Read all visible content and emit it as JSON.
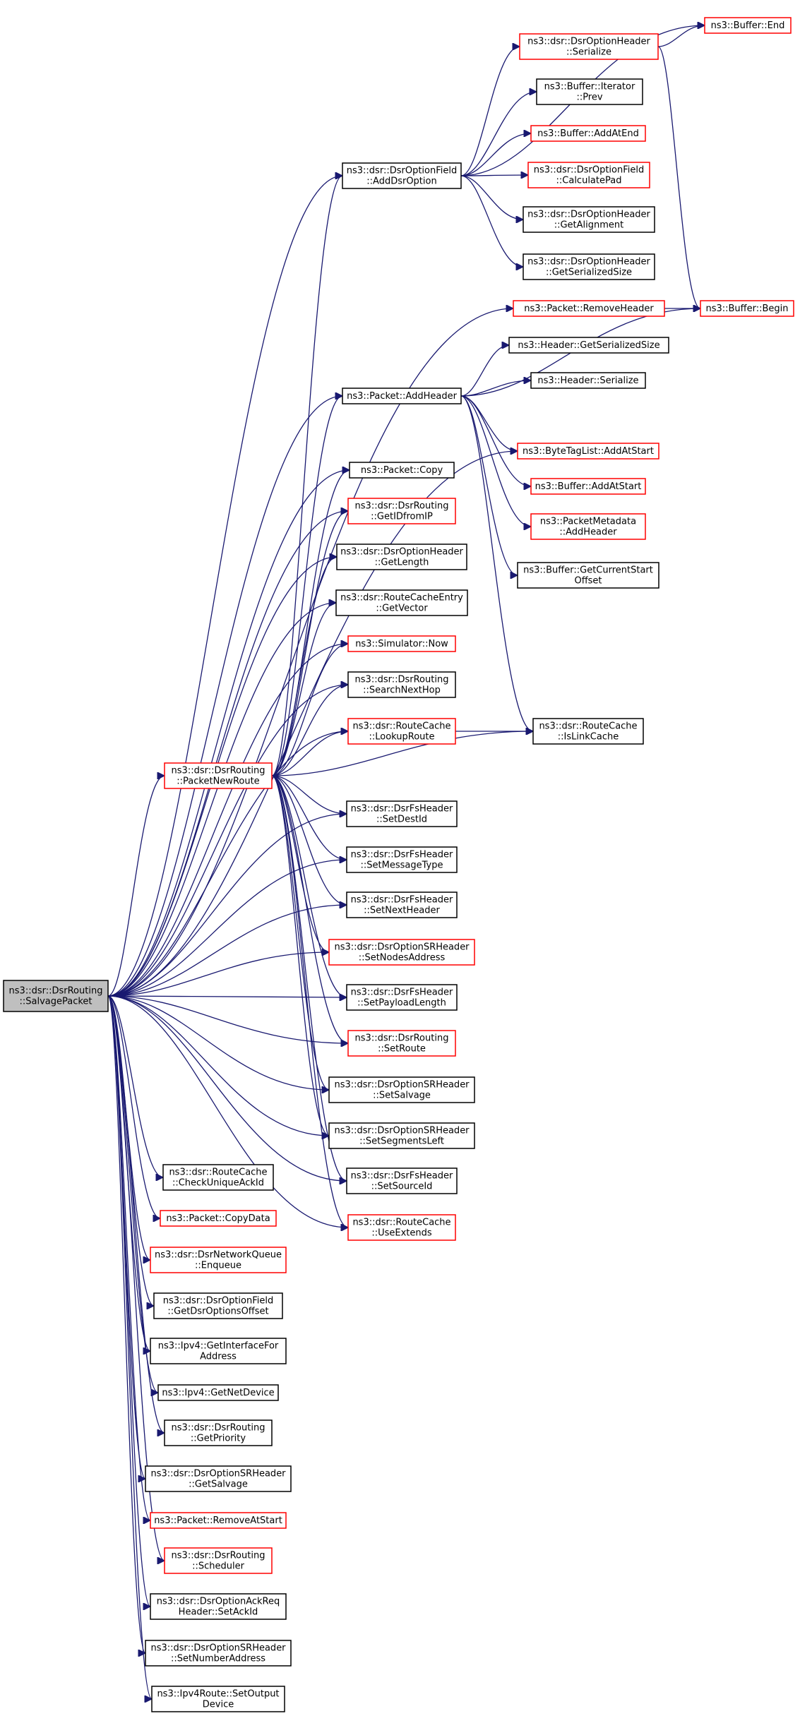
{
  "nodes": [
    {
      "id": "salvage",
      "lines": [
        "ns3::dsr::DsrRouting",
        "::SalvagePacket"
      ],
      "style": "gray"
    },
    {
      "id": "packetnewroute",
      "lines": [
        "ns3::dsr::DsrRouting",
        "::PacketNewRoute"
      ],
      "style": "red"
    },
    {
      "id": "adddsroption",
      "lines": [
        "ns3::dsr::DsrOptionField",
        "::AddDsrOption"
      ],
      "style": "black"
    },
    {
      "id": "serialize",
      "lines": [
        "ns3::dsr::DsrOptionHeader",
        "::Serialize"
      ],
      "style": "red"
    },
    {
      "id": "bufend",
      "lines": [
        "ns3::Buffer::End"
      ],
      "style": "red"
    },
    {
      "id": "iterprev",
      "lines": [
        "ns3::Buffer::Iterator",
        "::Prev"
      ],
      "style": "black"
    },
    {
      "id": "addatend",
      "lines": [
        "ns3::Buffer::AddAtEnd"
      ],
      "style": "red"
    },
    {
      "id": "calcpad",
      "lines": [
        "ns3::dsr::DsrOptionField",
        "::CalculatePad"
      ],
      "style": "red"
    },
    {
      "id": "getalign",
      "lines": [
        "ns3::dsr::DsrOptionHeader",
        "::GetAlignment"
      ],
      "style": "black"
    },
    {
      "id": "getsersize_opt",
      "lines": [
        "ns3::dsr::DsrOptionHeader",
        "::GetSerializedSize"
      ],
      "style": "black"
    },
    {
      "id": "removeheader",
      "lines": [
        "ns3::Packet::RemoveHeader"
      ],
      "style": "red"
    },
    {
      "id": "bufbegin",
      "lines": [
        "ns3::Buffer::Begin"
      ],
      "style": "red"
    },
    {
      "id": "hdrsersize",
      "lines": [
        "ns3::Header::GetSerializedSize"
      ],
      "style": "black"
    },
    {
      "id": "addheader",
      "lines": [
        "ns3::Packet::AddHeader"
      ],
      "style": "black"
    },
    {
      "id": "hdrserialize",
      "lines": [
        "ns3::Header::Serialize"
      ],
      "style": "black"
    },
    {
      "id": "bytetag",
      "lines": [
        "ns3::ByteTagList::AddAtStart"
      ],
      "style": "red"
    },
    {
      "id": "bufaddatstart",
      "lines": [
        "ns3::Buffer::AddAtStart"
      ],
      "style": "red"
    },
    {
      "id": "metadata",
      "lines": [
        "ns3::PacketMetadata",
        "::AddHeader"
      ],
      "style": "red"
    },
    {
      "id": "curstart",
      "lines": [
        "ns3::Buffer::GetCurrentStart",
        "Offset"
      ],
      "style": "black"
    },
    {
      "id": "copy",
      "lines": [
        "ns3::Packet::Copy"
      ],
      "style": "black"
    },
    {
      "id": "getid",
      "lines": [
        "ns3::dsr::DsrRouting",
        "::GetIDfromIP"
      ],
      "style": "red"
    },
    {
      "id": "getlength",
      "lines": [
        "ns3::dsr::DsrOptionHeader",
        "::GetLength"
      ],
      "style": "black"
    },
    {
      "id": "getvector",
      "lines": [
        "ns3::dsr::RouteCacheEntry",
        "::GetVector"
      ],
      "style": "black"
    },
    {
      "id": "now",
      "lines": [
        "ns3::Simulator::Now"
      ],
      "style": "red"
    },
    {
      "id": "searchnext",
      "lines": [
        "ns3::dsr::DsrRouting",
        "::SearchNextHop"
      ],
      "style": "black"
    },
    {
      "id": "lookuproute",
      "lines": [
        "ns3::dsr::RouteCache",
        "::LookupRoute"
      ],
      "style": "red"
    },
    {
      "id": "islinkcache",
      "lines": [
        "ns3::dsr::RouteCache",
        "::IsLinkCache"
      ],
      "style": "black"
    },
    {
      "id": "setdestid",
      "lines": [
        "ns3::dsr::DsrFsHeader",
        "::SetDestId"
      ],
      "style": "black"
    },
    {
      "id": "setmsgtype",
      "lines": [
        "ns3::dsr::DsrFsHeader",
        "::SetMessageType"
      ],
      "style": "black"
    },
    {
      "id": "setnexthdr",
      "lines": [
        "ns3::dsr::DsrFsHeader",
        "::SetNextHeader"
      ],
      "style": "black"
    },
    {
      "id": "setnodesaddr",
      "lines": [
        "ns3::dsr::DsrOptionSRHeader",
        "::SetNodesAddress"
      ],
      "style": "red"
    },
    {
      "id": "setpayload",
      "lines": [
        "ns3::dsr::DsrFsHeader",
        "::SetPayloadLength"
      ],
      "style": "black"
    },
    {
      "id": "setroute",
      "lines": [
        "ns3::dsr::DsrRouting",
        "::SetRoute"
      ],
      "style": "red"
    },
    {
      "id": "setsalvage",
      "lines": [
        "ns3::dsr::DsrOptionSRHeader",
        "::SetSalvage"
      ],
      "style": "black"
    },
    {
      "id": "setsegleft",
      "lines": [
        "ns3::dsr::DsrOptionSRHeader",
        "::SetSegmentsLeft"
      ],
      "style": "black"
    },
    {
      "id": "setsourceid",
      "lines": [
        "ns3::dsr::DsrFsHeader",
        "::SetSourceId"
      ],
      "style": "black"
    },
    {
      "id": "useextends",
      "lines": [
        "ns3::dsr::RouteCache",
        "::UseExtends"
      ],
      "style": "red"
    },
    {
      "id": "checkack",
      "lines": [
        "ns3::dsr::RouteCache",
        "::CheckUniqueAckId"
      ],
      "style": "black"
    },
    {
      "id": "copydata",
      "lines": [
        "ns3::Packet::CopyData"
      ],
      "style": "red"
    },
    {
      "id": "enqueue",
      "lines": [
        "ns3::dsr::DsrNetworkQueue",
        "::Enqueue"
      ],
      "style": "red"
    },
    {
      "id": "getdsroff",
      "lines": [
        "ns3::dsr::DsrOptionField",
        "::GetDsrOptionsOffset"
      ],
      "style": "black"
    },
    {
      "id": "getiface",
      "lines": [
        "ns3::Ipv4::GetInterfaceFor",
        "Address"
      ],
      "style": "black"
    },
    {
      "id": "getnetdev",
      "lines": [
        "ns3::Ipv4::GetNetDevice"
      ],
      "style": "black"
    },
    {
      "id": "getprio",
      "lines": [
        "ns3::dsr::DsrRouting",
        "::GetPriority"
      ],
      "style": "black"
    },
    {
      "id": "getsalvage",
      "lines": [
        "ns3::dsr::DsrOptionSRHeader",
        "::GetSalvage"
      ],
      "style": "black"
    },
    {
      "id": "removeatstart",
      "lines": [
        "ns3::Packet::RemoveAtStart"
      ],
      "style": "red"
    },
    {
      "id": "scheduler",
      "lines": [
        "ns3::dsr::DsrRouting",
        "::Scheduler"
      ],
      "style": "red"
    },
    {
      "id": "setackid",
      "lines": [
        "ns3::dsr::DsrOptionAckReq",
        "Header::SetAckId"
      ],
      "style": "black"
    },
    {
      "id": "setnumaddr",
      "lines": [
        "ns3::dsr::DsrOptionSRHeader",
        "::SetNumberAddress"
      ],
      "style": "black"
    },
    {
      "id": "setoutdev",
      "lines": [
        "ns3::Ipv4Route::SetOutput",
        "Device"
      ],
      "style": "black"
    }
  ],
  "edges": [
    [
      "salvage",
      "adddsroption"
    ],
    [
      "salvage",
      "removeheader"
    ],
    [
      "salvage",
      "addheader"
    ],
    [
      "salvage",
      "bytetag"
    ],
    [
      "salvage",
      "copy"
    ],
    [
      "salvage",
      "getid"
    ],
    [
      "salvage",
      "getlength"
    ],
    [
      "salvage",
      "getvector"
    ],
    [
      "salvage",
      "now"
    ],
    [
      "salvage",
      "searchnext"
    ],
    [
      "salvage",
      "lookuproute"
    ],
    [
      "salvage",
      "packetnewroute"
    ],
    [
      "salvage",
      "setdestid"
    ],
    [
      "salvage",
      "setmsgtype"
    ],
    [
      "salvage",
      "setnexthdr"
    ],
    [
      "salvage",
      "setnodesaddr"
    ],
    [
      "salvage",
      "setpayload"
    ],
    [
      "salvage",
      "setroute"
    ],
    [
      "salvage",
      "setsalvage"
    ],
    [
      "salvage",
      "setsegleft"
    ],
    [
      "salvage",
      "setsourceid"
    ],
    [
      "salvage",
      "useextends"
    ],
    [
      "salvage",
      "checkack"
    ],
    [
      "salvage",
      "copydata"
    ],
    [
      "salvage",
      "enqueue"
    ],
    [
      "salvage",
      "getdsroff"
    ],
    [
      "salvage",
      "getiface"
    ],
    [
      "salvage",
      "getnetdev"
    ],
    [
      "salvage",
      "getprio"
    ],
    [
      "salvage",
      "getsalvage"
    ],
    [
      "salvage",
      "removeatstart"
    ],
    [
      "salvage",
      "scheduler"
    ],
    [
      "salvage",
      "setackid"
    ],
    [
      "salvage",
      "setnumaddr"
    ],
    [
      "salvage",
      "setoutdev"
    ],
    [
      "packetnewroute",
      "adddsroption"
    ],
    [
      "packetnewroute",
      "addheader"
    ],
    [
      "packetnewroute",
      "copy"
    ],
    [
      "packetnewroute",
      "getid"
    ],
    [
      "packetnewroute",
      "getlength"
    ],
    [
      "packetnewroute",
      "getvector"
    ],
    [
      "packetnewroute",
      "now"
    ],
    [
      "packetnewroute",
      "searchnext"
    ],
    [
      "packetnewroute",
      "lookuproute"
    ],
    [
      "packetnewroute",
      "islinkcache"
    ],
    [
      "packetnewroute",
      "setdestid"
    ],
    [
      "packetnewroute",
      "setmsgtype"
    ],
    [
      "packetnewroute",
      "setnexthdr"
    ],
    [
      "packetnewroute",
      "setnodesaddr"
    ],
    [
      "packetnewroute",
      "setpayload"
    ],
    [
      "packetnewroute",
      "setroute"
    ],
    [
      "packetnewroute",
      "setsalvage"
    ],
    [
      "packetnewroute",
      "setsegleft"
    ],
    [
      "packetnewroute",
      "setsourceid"
    ],
    [
      "packetnewroute",
      "useextends"
    ],
    [
      "adddsroption",
      "serialize"
    ],
    [
      "adddsroption",
      "bufend"
    ],
    [
      "adddsroption",
      "iterprev"
    ],
    [
      "adddsroption",
      "addatend"
    ],
    [
      "adddsroption",
      "calcpad"
    ],
    [
      "adddsroption",
      "getalign"
    ],
    [
      "adddsroption",
      "getsersize_opt"
    ],
    [
      "serialize",
      "bufend"
    ],
    [
      "serialize",
      "bufbegin"
    ],
    [
      "removeheader",
      "bufbegin"
    ],
    [
      "addheader",
      "hdrsersize"
    ],
    [
      "addheader",
      "hdrserialize"
    ],
    [
      "addheader",
      "bufbegin"
    ],
    [
      "addheader",
      "bytetag"
    ],
    [
      "addheader",
      "bufaddatstart"
    ],
    [
      "addheader",
      "metadata"
    ],
    [
      "addheader",
      "curstart"
    ],
    [
      "addheader",
      "islinkcache"
    ],
    [
      "lookuproute",
      "islinkcache"
    ]
  ]
}
